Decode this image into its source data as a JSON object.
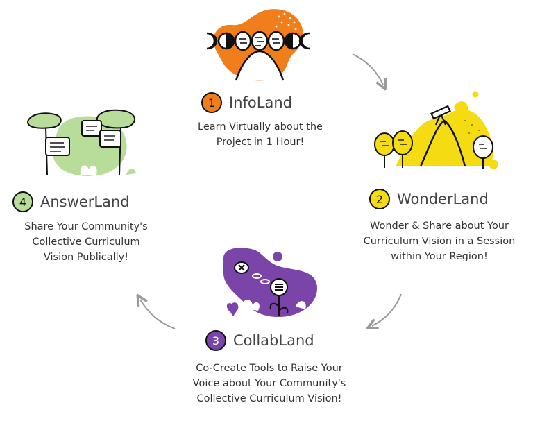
{
  "stages": [
    {
      "number": "1",
      "name": "InfoLand",
      "description": [
        "Learn Virtually about the",
        "Project in 1 Hour!"
      ],
      "color": "#f07e1b"
    },
    {
      "number": "2",
      "name": "WonderLand",
      "description": [
        "Wonder & Share about Your",
        "Curriculum Vision in a Session",
        "within Your Region!"
      ],
      "color": "#f5dc12"
    },
    {
      "number": "3",
      "name": "CollabLand",
      "description": [
        "Co-Create Tools to Raise Your",
        "Voice about Your Community's",
        "Collective Curriculum Vision!"
      ],
      "color": "#7a44a8"
    },
    {
      "number": "4",
      "name": "AnswerLand",
      "description": [
        "Share Your Community's",
        "Collective Curriculum",
        "Vision Publically!"
      ],
      "color": "#b8dc9a"
    }
  ],
  "arrow_color": "#9a9a9a"
}
